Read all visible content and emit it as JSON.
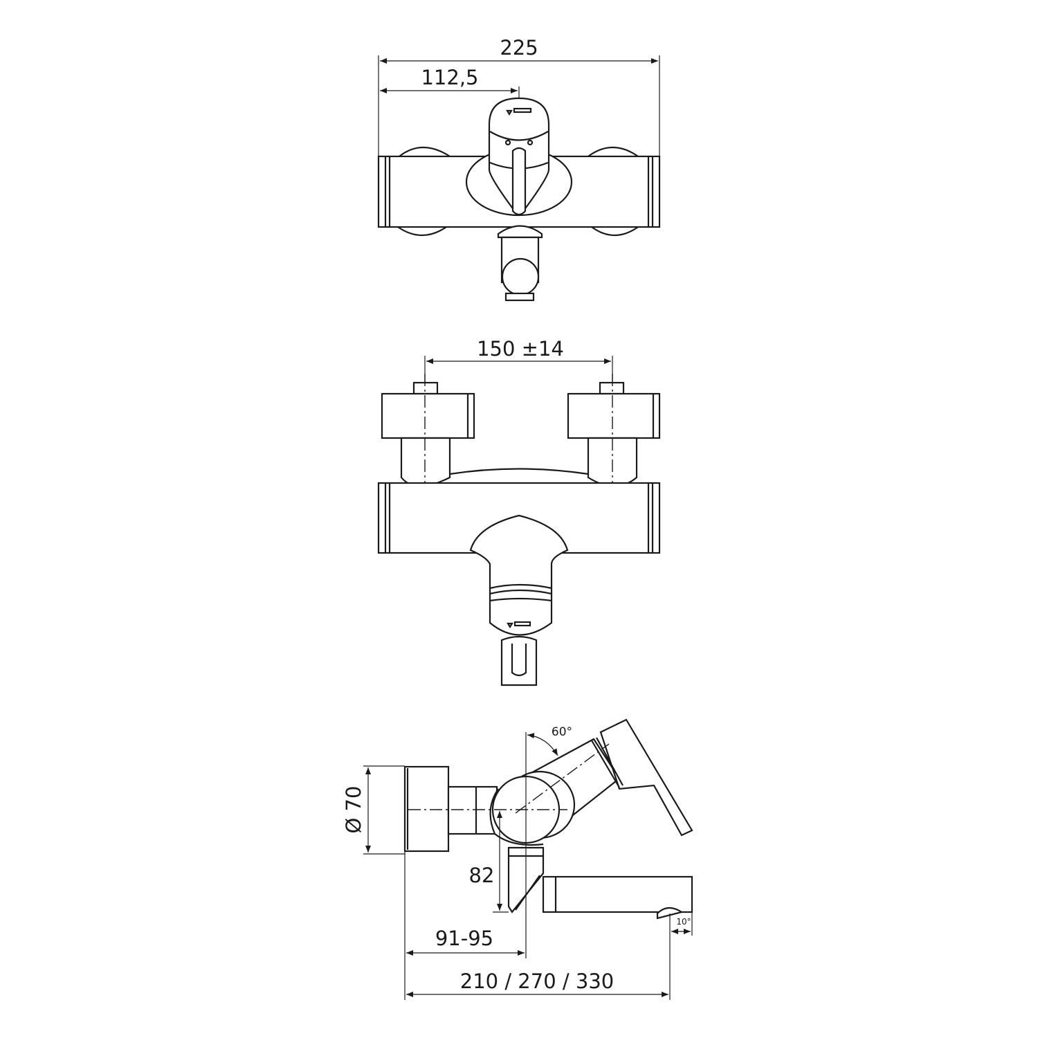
{
  "views": {
    "top": {
      "dim_overall_width": "225",
      "dim_half_width": "112,5"
    },
    "front": {
      "dim_connection_spacing": "150 ±14"
    },
    "side": {
      "dim_rosette_diameter": "Ø 70",
      "dim_spout_height": "82",
      "dim_wall_to_axis": "91-95",
      "dim_spout_reach": "210 / 270 / 330",
      "angle_lever": "60°",
      "angle_aerator": "10°"
    }
  },
  "colors": {
    "line": "#1a1a1a",
    "background": "#ffffff"
  }
}
